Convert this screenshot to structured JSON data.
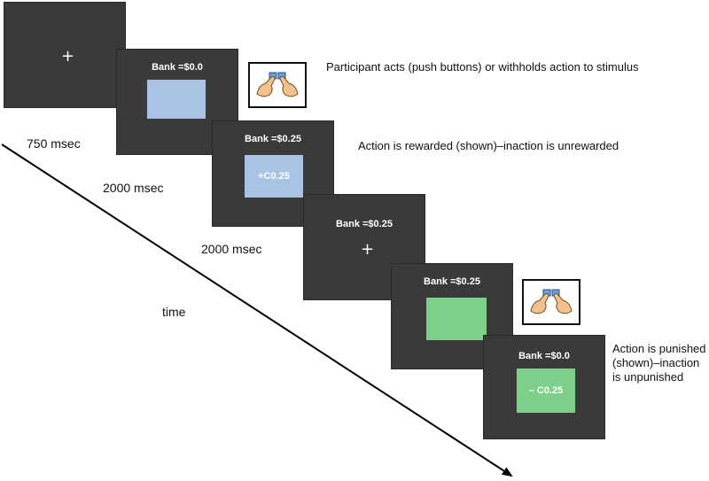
{
  "fixation_symbol": "+",
  "screens": [
    {
      "id": "fixation",
      "bank": "",
      "stimulus": "",
      "fixation": true
    },
    {
      "id": "cue",
      "bank": "Bank =$0.0",
      "stimulus": "",
      "stimulus_color": "#a8c3e3"
    },
    {
      "id": "reward-feedback",
      "bank": "Bank =$0.25",
      "stimulus": "+C0.25",
      "stimulus_color": "#a8c3e3"
    },
    {
      "id": "interval-fixation",
      "bank": "Bank =$0.25",
      "stimulus": "",
      "fixation": true
    },
    {
      "id": "green-cue",
      "bank": "Bank =$0.25",
      "stimulus": "",
      "stimulus_color": "#7ecf8a"
    },
    {
      "id": "punish-feedback",
      "bank": "Bank =$0.0",
      "stimulus": "– C0.25",
      "stimulus_color": "#7ecf8a"
    }
  ],
  "timings": [
    "750 msec",
    "2000 msec",
    "2000 msec"
  ],
  "time_label": "time",
  "annotations": {
    "act": "Participant acts (push buttons) or withholds action to stimulus",
    "reward": "Action is rewarded (shown)–inaction is unrewarded",
    "punish": "Action is punished (shown)–inaction is unpunished"
  },
  "colors": {
    "screen_bg": "#3a3a3a",
    "blue_stimulus": "#a8c3e3",
    "green_stimulus": "#7ecf8a",
    "arrow": "#000000"
  },
  "icons": [
    "hands-pushing-buttons-icon",
    "hands-pushing-buttons-icon"
  ]
}
